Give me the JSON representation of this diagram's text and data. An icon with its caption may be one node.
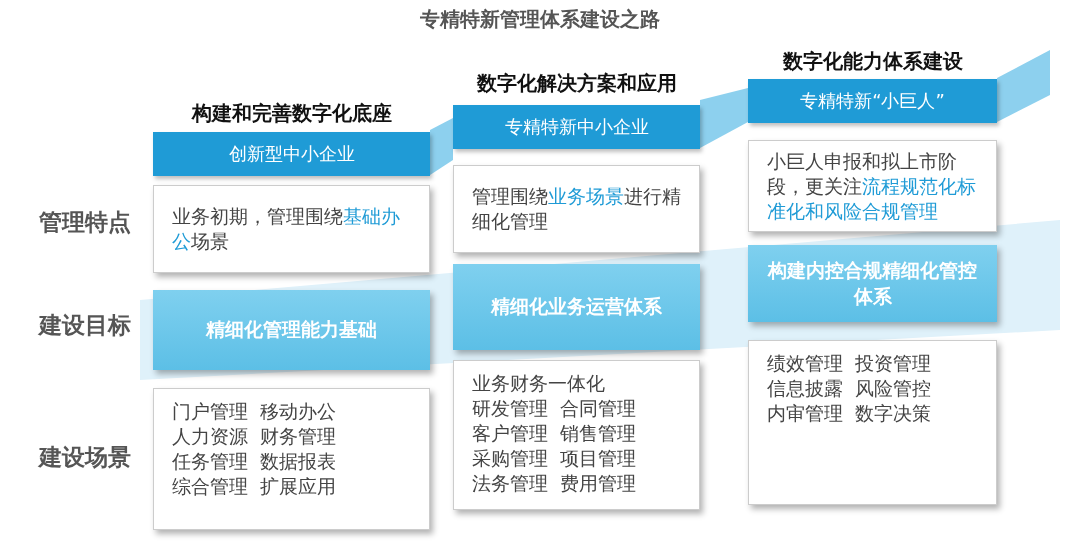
{
  "diagram": {
    "title": "专精特新管理体系建设之路",
    "nodes": [
      {
        "text": [
          "构建和完善数字化底座",
          "创新型中小企业"
        ]
      },
      {
        "text": [
          "业务初期，管理围绕**基础办公**场景"
        ]
      },
      {
        "text": [
          "精细化管理能力基础"
        ]
      },
      {
        "text": [
          "门户管理  移动办公",
          "人力资源  财务管理",
          "任务管理  数据报表",
          "综合管理  扩展应用"
        ]
      },
      {
        "text": [
          "数字化解决方案和应用",
          "专精特新中小企业"
        ]
      },
      {
        "text": [
          "管理围绕**业务场景**进行精细化管理"
        ]
      },
      {
        "text": [
          "精细化业务运营体系"
        ]
      },
      {
        "text": [
          "业务财务一体化",
          "研发管理  合同管理",
          "客户管理  销售管理",
          "采购管理  项目管理",
          "法务管理  费用管理"
        ]
      },
      {
        "text": [
          "数字化能力体系建设",
          "专精特新“小巨人”"
        ]
      },
      {
        "text": [
          "小巨人申报和拟上市阶段，更关注**流程规范化标准化和风险合规管理**"
        ]
      },
      {
        "text": [
          "构建内控合规精细化管控体系"
        ]
      },
      {
        "text": [
          "绩效管理  投资管理",
          "信息披露  风险管控",
          "内审管理  数字决策"
        ]
      }
    ],
    "labels": [
      "管理特点",
      "建设目标",
      "建设场景"
    ]
  }
}
